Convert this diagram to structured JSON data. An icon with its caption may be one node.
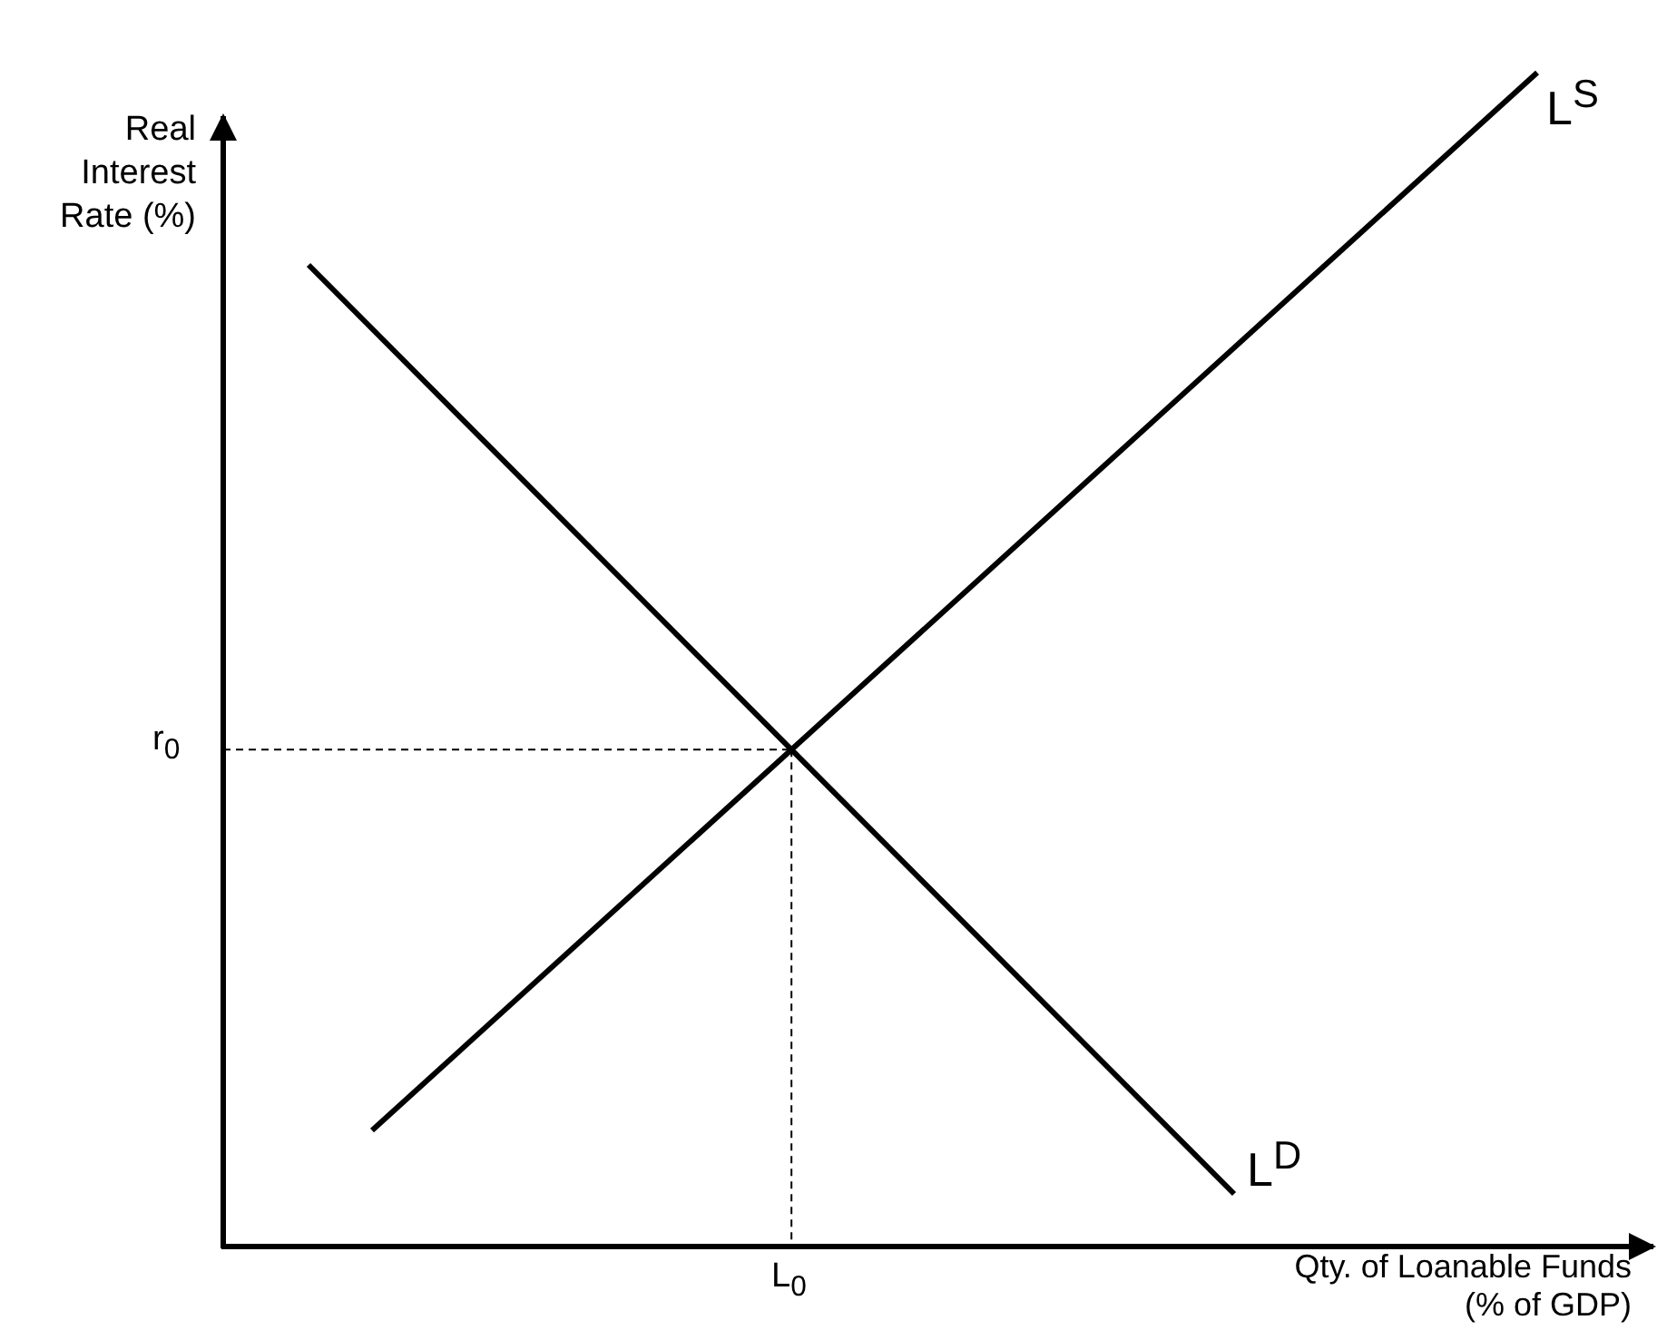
{
  "diagram": {
    "labels": [
      "Real Interest Rate (%)",
      "L$^{S}$",
      "r$_{0}$",
      "L$^{D}$",
      "L$_{0}$",
      "Qty. of Loanable Funds (% of GDP)"
    ]
  }
}
